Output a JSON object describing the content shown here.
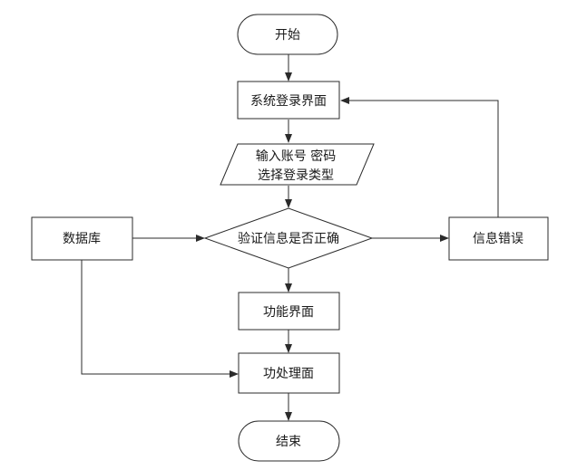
{
  "nodes": {
    "start": "开始",
    "login_page": "系统登录界面",
    "input_line1": "输入账号 密码",
    "input_line2": "选择登录类型",
    "verify": "验证信息是否正确",
    "database": "数据库",
    "error": "信息错误",
    "function_page": "功能界面",
    "process_page": "功处理面",
    "end": "结束"
  },
  "colors": {
    "stroke": "#2b2b2b",
    "text": "#1a1a1a",
    "background": "#ffffff"
  }
}
